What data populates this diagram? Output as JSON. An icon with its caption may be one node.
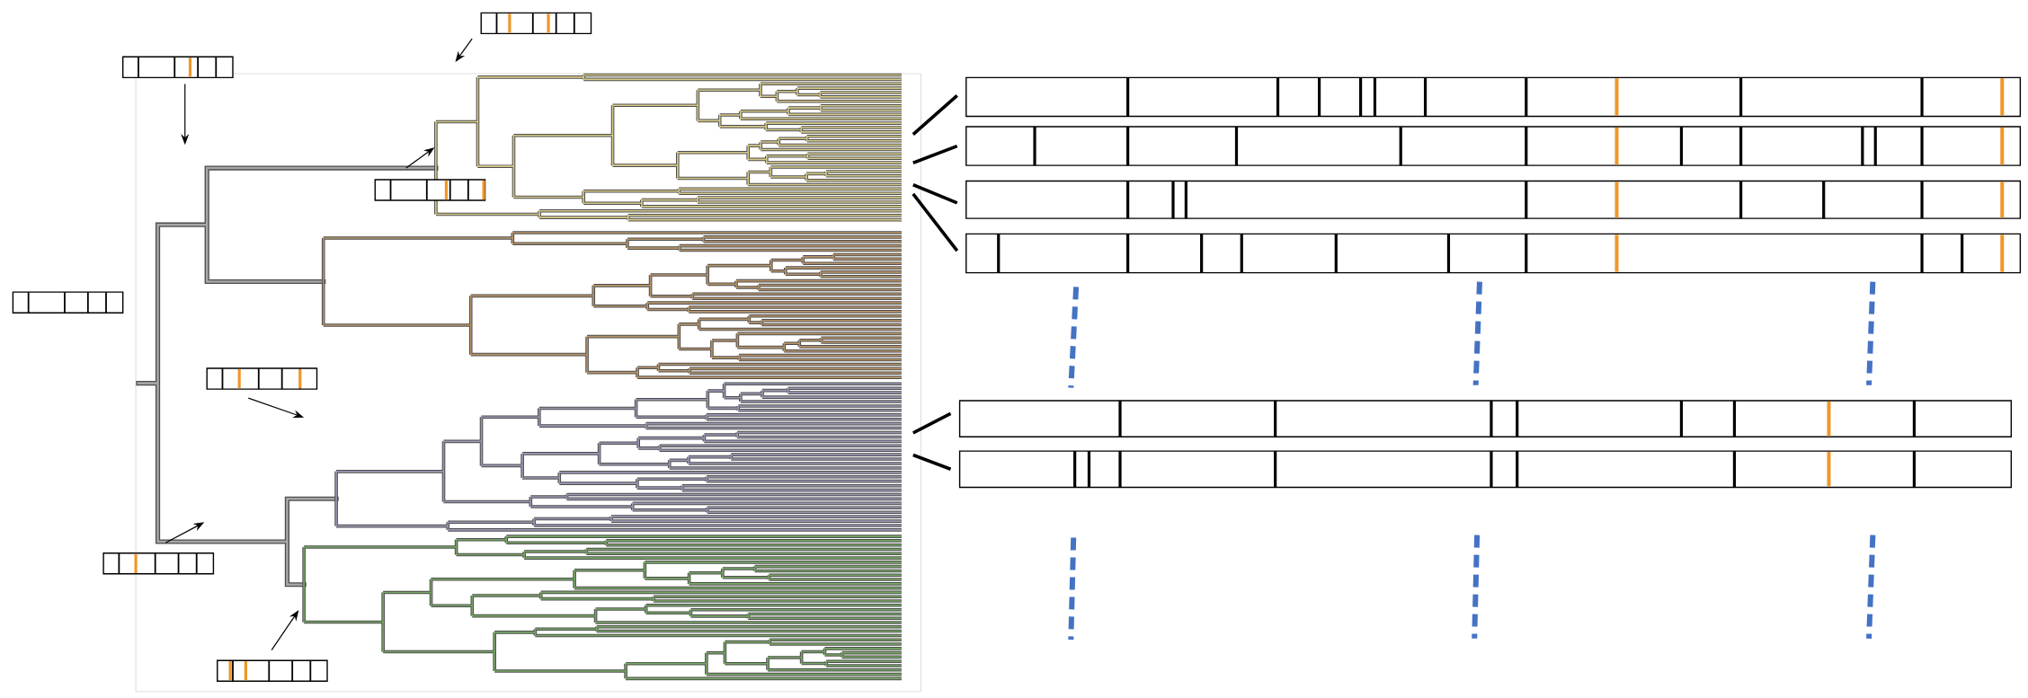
{
  "diagram": {
    "nodes": [
      {
        "text": [],
        "shape": "bar"
      },
      {
        "text": [],
        "shape": "bar"
      },
      {
        "text": [],
        "shape": "bar"
      },
      {
        "text": [],
        "shape": "bar"
      },
      {
        "text": [],
        "shape": "bar"
      },
      {
        "text": [],
        "shape": "bar"
      },
      {
        "text": [],
        "shape": "bar"
      },
      {
        "text": [],
        "shape": "bar"
      },
      {
        "text": [],
        "shape": "bar"
      },
      {
        "text": [],
        "shape": "bar"
      },
      {
        "text": [],
        "shape": "bar"
      },
      {
        "text": [],
        "shape": "bar"
      },
      {
        "text": [],
        "shape": "bar"
      }
    ],
    "edges": [
      {
        "from": 0,
        "to": null,
        "arrow": "to"
      },
      {
        "from": 1,
        "to": null,
        "arrow": "to"
      },
      {
        "from": 2,
        "to": null,
        "arrow": "to"
      },
      {
        "from": 4,
        "to": null,
        "arrow": "to"
      },
      {
        "from": 5,
        "to": null,
        "arrow": "to"
      },
      {
        "from": 6,
        "to": null,
        "arrow": "to"
      },
      {
        "from": null,
        "to": 7,
        "arrow": "none"
      },
      {
        "from": null,
        "to": 8,
        "arrow": "none"
      },
      {
        "from": null,
        "to": 9,
        "arrow": "none"
      },
      {
        "from": null,
        "to": 10,
        "arrow": "none"
      },
      {
        "from": null,
        "to": 11,
        "arrow": "none"
      },
      {
        "from": null,
        "to": 12,
        "arrow": "none"
      }
    ]
  }
}
